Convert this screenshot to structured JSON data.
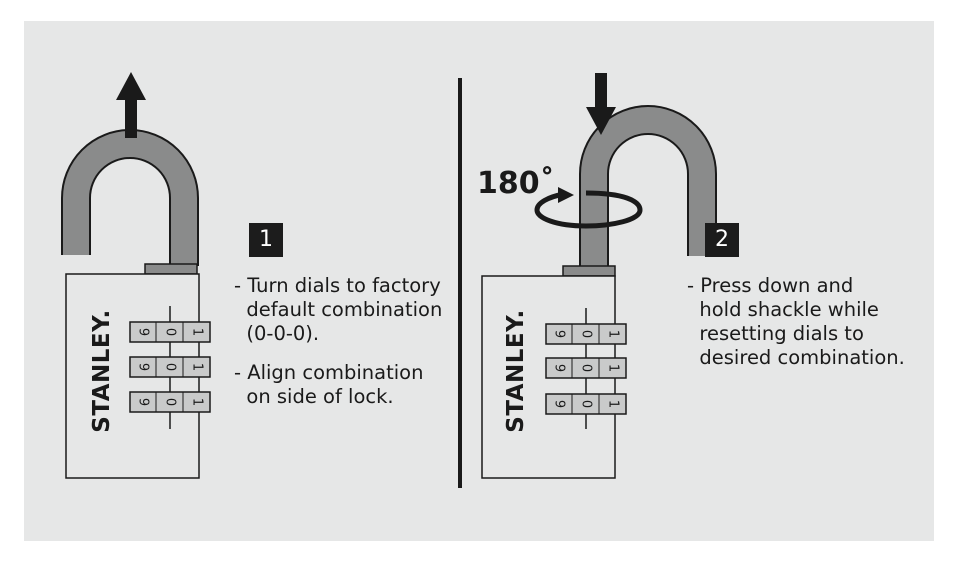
{
  "diagram": {
    "step1": {
      "number": "1",
      "brand": "STANLEY.",
      "dial_digits": [
        "9",
        "0",
        "1"
      ],
      "instructions": [
        "- Turn dials to factory\n  default combination\n  (0-0-0).",
        "- Align combination\n  on side of lock."
      ]
    },
    "step2": {
      "number": "2",
      "brand": "STANLEY.",
      "rotation_label": "180˚",
      "dial_digits": [
        "9",
        "0",
        "1"
      ],
      "instructions": [
        "- Press down and\n  hold shackle while\n  resetting dials to\n  desired combination."
      ]
    }
  },
  "colors": {
    "panel": "#e6e7e7",
    "shackle": "#8a8b8b",
    "outline": "#1a1a1a",
    "lock_body": "#e6e7e7",
    "dial_band": "#c9caca",
    "badge": "#1c1c1c"
  }
}
